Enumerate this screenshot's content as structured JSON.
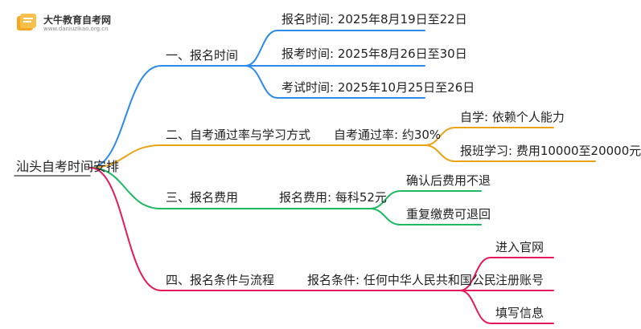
{
  "logo": {
    "name": "大牛教育自考网",
    "url": "www.daniuzikao.org.cn"
  },
  "colors": {
    "blue": "#2b8be8",
    "orange": "#e8a317",
    "green": "#1fb964",
    "pink": "#e5195c",
    "root": "#555555"
  },
  "root": {
    "label": "汕头自考时间安排"
  },
  "branches": [
    {
      "label": "一、报名时间",
      "children": [
        {
          "label": "报名时间: 2025年8月19日至22日"
        },
        {
          "label": "报考时间: 2025年8月26日至30日"
        },
        {
          "label": "考试时间: 2025年10月25日至26日"
        }
      ]
    },
    {
      "label": "二、自考通过率与学习方式",
      "node": {
        "label": "自考通过率: 约30%"
      },
      "children": [
        {
          "label": "自学: 依赖个人能力"
        },
        {
          "label": "报班学习: 费用10000至20000元"
        }
      ]
    },
    {
      "label": "三、报名费用",
      "node": {
        "label": "报名费用: 每科52元"
      },
      "children": [
        {
          "label": "确认后费用不退"
        },
        {
          "label": "重复缴费可退回"
        }
      ]
    },
    {
      "label": "四、报名条件与流程",
      "node": {
        "label": "报名条件: 任何中华人民共和国公民"
      },
      "children": [
        {
          "label": "进入官网"
        },
        {
          "label": "注册账号"
        },
        {
          "label": "填写信息"
        }
      ]
    }
  ]
}
